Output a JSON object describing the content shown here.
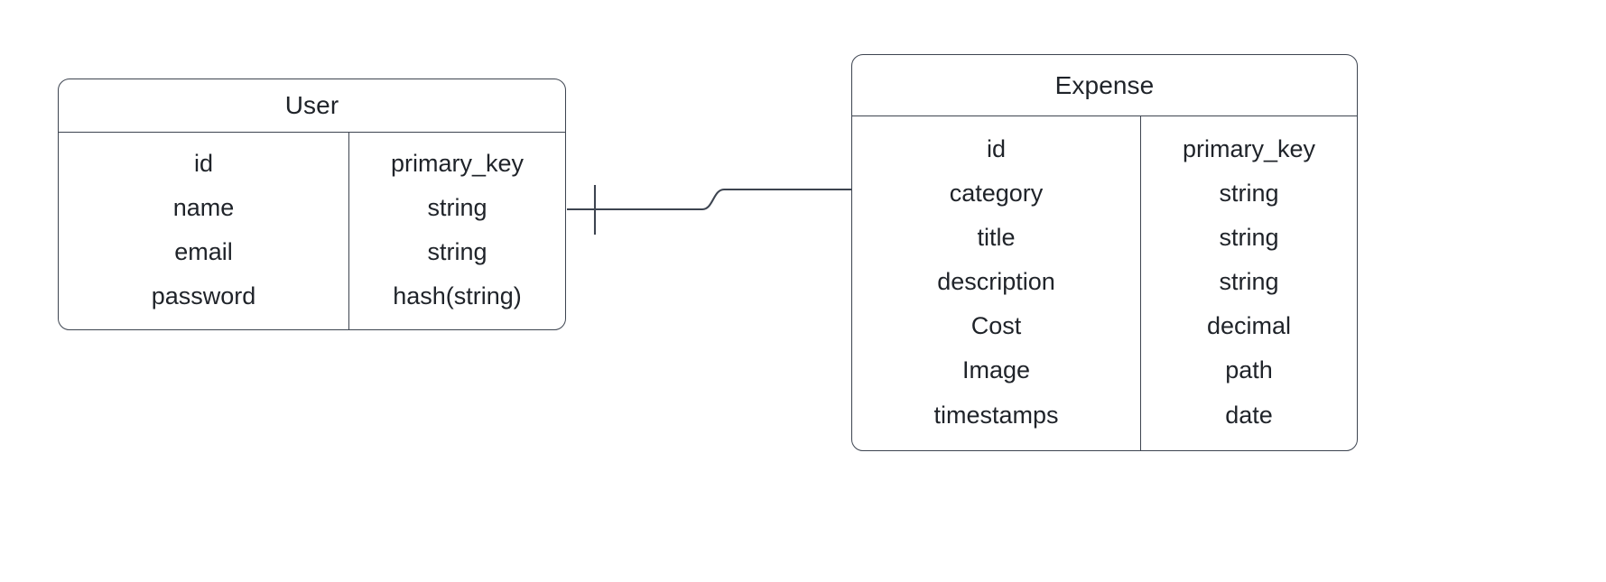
{
  "diagram": {
    "type": "entity-relationship-diagram",
    "background_color": "#ffffff",
    "stroke_color": "#3d4450",
    "text_color": "#1f2329",
    "entities": [
      {
        "name": "User",
        "columns": {
          "field_header": "",
          "type_header": ""
        },
        "rows": [
          {
            "field": "id",
            "type": "primary_key"
          },
          {
            "field": "name",
            "type": "string"
          },
          {
            "field": "email",
            "type": "string"
          },
          {
            "field": "password",
            "type": "hash(string)"
          }
        ]
      },
      {
        "name": "Expense",
        "rows": [
          {
            "field": "id",
            "type": "primary_key"
          },
          {
            "field": "category",
            "type": "string"
          },
          {
            "field": "title",
            "type": "string"
          },
          {
            "field": "description",
            "type": "string"
          },
          {
            "field": "Cost",
            "type": "decimal"
          },
          {
            "field": "Image",
            "type": "path"
          },
          {
            "field": "timestamps",
            "type": "date"
          }
        ]
      }
    ],
    "relationship": {
      "from_entity": "User",
      "to_entity": "Expense",
      "from_cardinality": "one",
      "to_cardinality": "many",
      "notation": "crows-foot",
      "label": ""
    }
  }
}
